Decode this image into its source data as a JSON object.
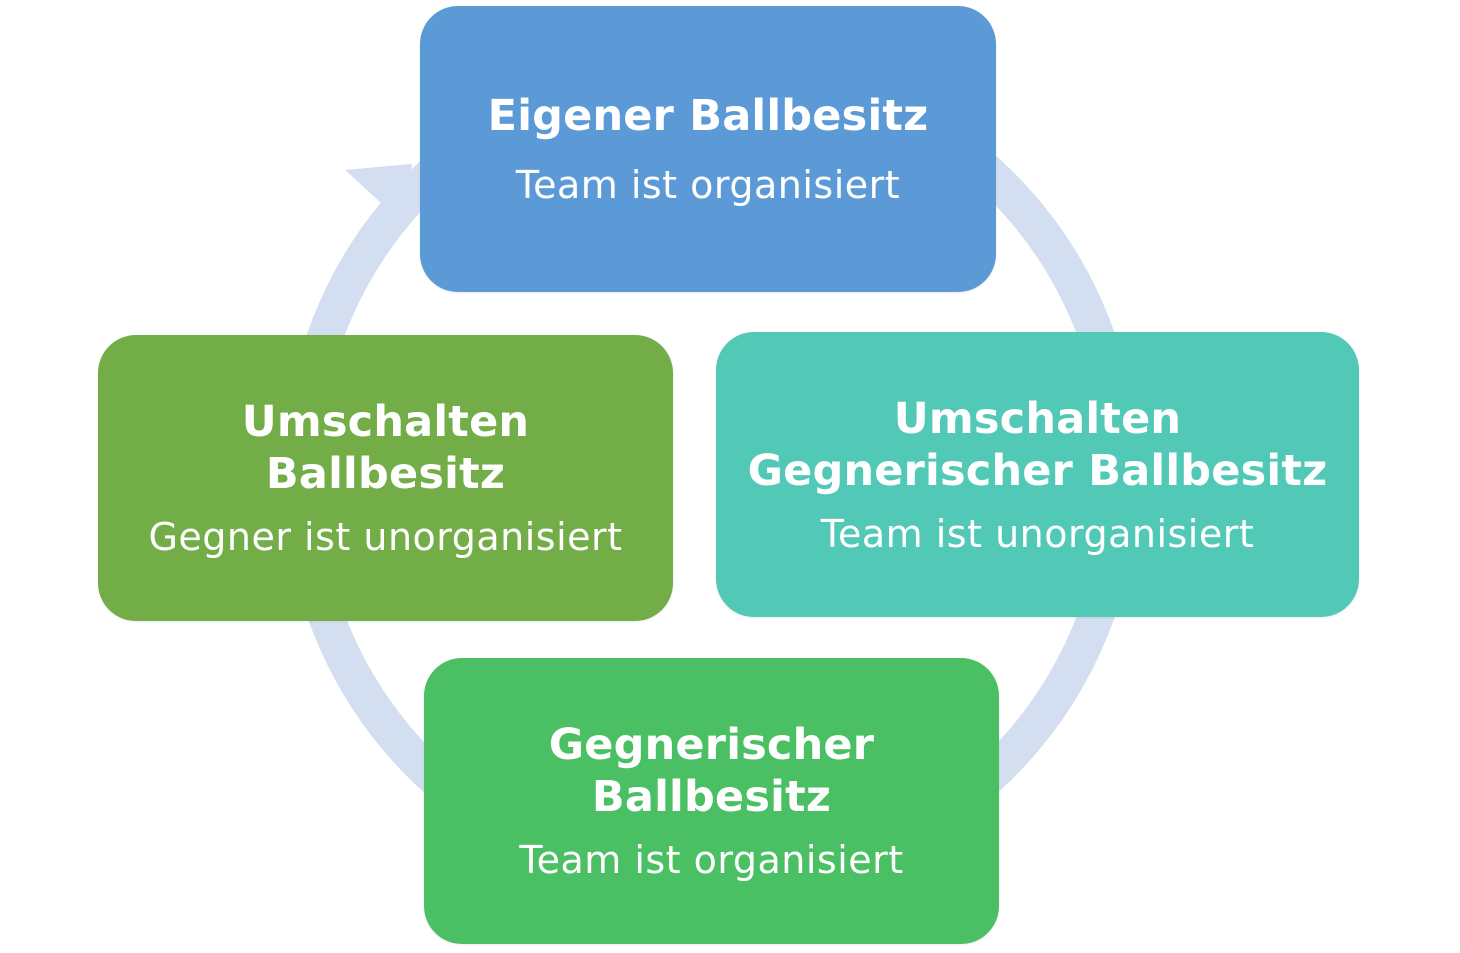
{
  "colors": {
    "ring": "#d3dff0",
    "own_possession": "#5b9ad6",
    "transition_opponent": "#52c9b7",
    "transition_own": "#72ad47",
    "opponent_possession": "#4abf63",
    "text": "#ffffff"
  },
  "phases": {
    "top": {
      "title_lines": [
        "Eigener Ballbesitz"
      ],
      "subtitle": "Team ist organisiert"
    },
    "right": {
      "title_lines": [
        "Umschalten",
        "Gegnerischer Ballbesitz"
      ],
      "subtitle": "Team ist unorganisiert"
    },
    "bottom": {
      "title_lines": [
        "Gegnerischer",
        "Ballbesitz"
      ],
      "subtitle": "Team ist organisiert"
    },
    "left": {
      "title_lines": [
        "Umschalten",
        "Ballbesitz"
      ],
      "subtitle": "Gegner ist unorganisiert"
    }
  }
}
